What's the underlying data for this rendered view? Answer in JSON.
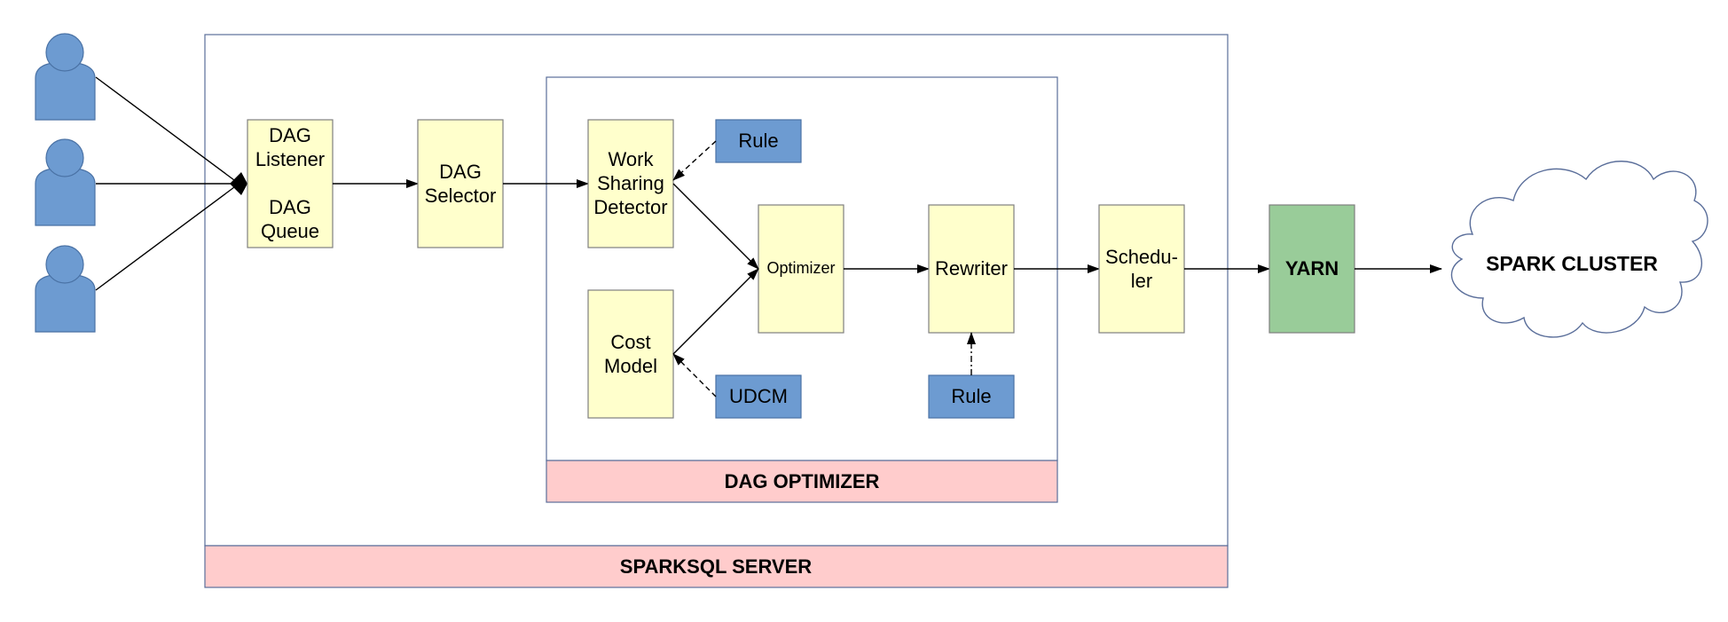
{
  "server": {
    "label": "SPARKSQL SERVER"
  },
  "optimizer_group": {
    "label": "DAG OPTIMIZER"
  },
  "nodes": {
    "listener": {
      "line1": "DAG",
      "line2": "Listener",
      "line3": "DAG",
      "line4": "Queue"
    },
    "selector": {
      "line1": "DAG",
      "line2": "Selector"
    },
    "detector": {
      "line1": "Work",
      "line2": "Sharing",
      "line3": "Detector"
    },
    "cost_model": {
      "line1": "Cost",
      "line2": "Model"
    },
    "rule_top": {
      "label": "Rule"
    },
    "udcm": {
      "label": "UDCM"
    },
    "optimizer": {
      "label": "Optimizer"
    },
    "rewriter": {
      "label": "Rewriter"
    },
    "rule_bottom": {
      "label": "Rule"
    },
    "scheduler": {
      "line1": "Schedu-",
      "line2": "ler"
    },
    "yarn": {
      "label": "YARN"
    },
    "cluster": {
      "label": "SPARK CLUSTER"
    }
  },
  "colors": {
    "component": "#ffffcc",
    "rule": "#6d9bd1",
    "band": "#ffcccc",
    "yarn": "#99cc99",
    "user": "#6d9bd1"
  },
  "icons": {
    "user": "user-icon",
    "cloud": "cloud-icon"
  }
}
